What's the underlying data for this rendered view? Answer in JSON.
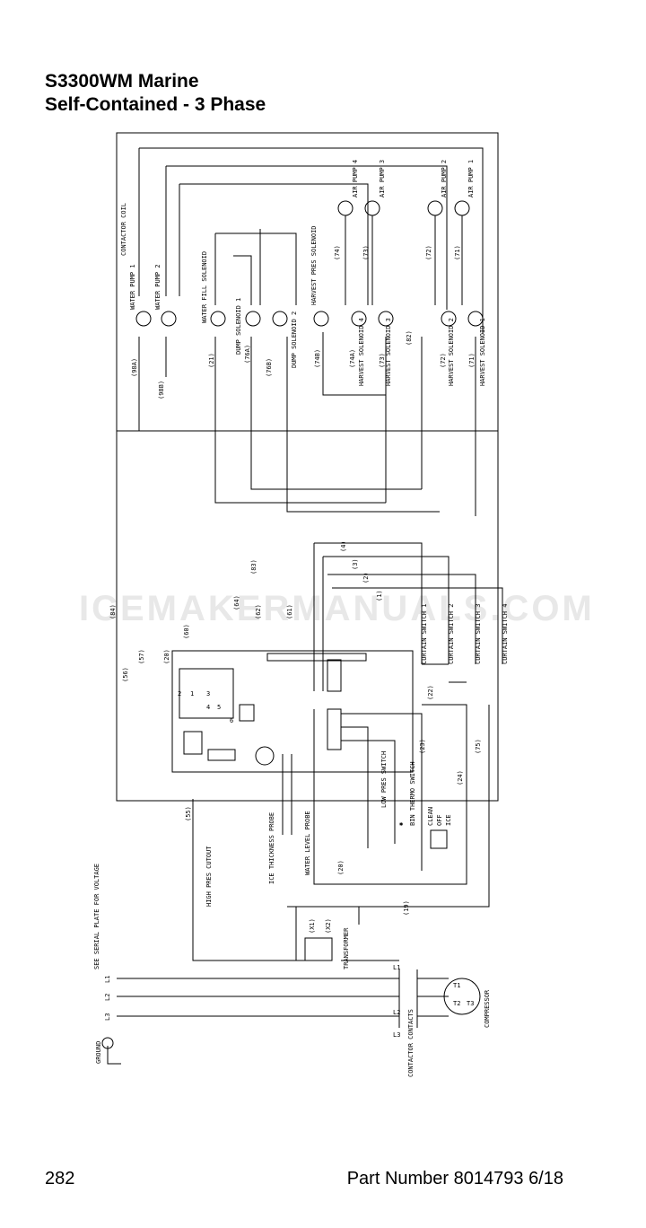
{
  "header": {
    "title_line1": "S3300WM Marine",
    "title_line2": "Self-Contained - 3 Phase"
  },
  "footer": {
    "page_number": "282",
    "part_number": "Part Number 8014793 6/18"
  },
  "watermark": "ICEMAKERMANUALS.COM",
  "diagram": {
    "labels": {
      "contactor_coil": "CONTACTOR COIL",
      "water_pump_1": "WATER PUMP 1",
      "water_pump_2": "WATER PUMP 2",
      "water_fill": "WATER FILL SOLENOID",
      "dump_1": "DUMP SOLENOID 1",
      "dump_2": "DUMP SOLENOID 2",
      "harvest_pres": "HARVEST PRES SOLENOID",
      "air_pump_4": "AIR PUMP 4",
      "air_pump_3": "AIR PUMP 3",
      "air_pump_2": "AIR PUMP 2",
      "air_pump_1": "AIR PUMP 1",
      "harvest_4": "HARVEST SOLENOID 4",
      "harvest_3": "HARVEST SOLENOID 3",
      "harvest_2": "HARVEST SOLENOID 2",
      "harvest_1": "HARVEST SOLENOID 1",
      "curtain_1": "CURTAIN SWITCH 1",
      "curtain_2": "CURTAIN SWITCH 2",
      "curtain_3": "CURTAIN SWITCH 3",
      "curtain_4": "CURTAIN SWITCH 4",
      "ice_probe": "ICE THICKNESS PROBE",
      "water_probe": "WATER LEVEL PROBE",
      "low_pres": "LOW PRES SWITCH",
      "bin_thermo": "BIN THERMO SWITCH",
      "clean": "CLEAN",
      "off": "OFF",
      "ice": "ICE",
      "high_pres": "HIGH PRES CUTOUT",
      "transformer": "TRANSFORMER",
      "x1": "(X1)",
      "x2": "(X2)",
      "serial_plate": "SEE SERIAL PLATE FOR VOLTAGE",
      "l1": "L1",
      "l2": "L2",
      "l3": "L3",
      "ground": "GROUND",
      "contactor_contacts": "CONTACTOR CONTACTS",
      "compressor": "COMPRESSOR",
      "t1": "T1",
      "t2": "T2",
      "t3": "T3",
      "star": "✱"
    },
    "wire_numbers": {
      "w98a": "(98A)",
      "w98b": "(98B)",
      "w21": "(21)",
      "w76a": "(76A)",
      "w76b": "(76B)",
      "w74b": "(74B)",
      "w74": "(74)",
      "w73": "(73)",
      "w72": "(72)",
      "w71": "(71)",
      "w74a": "(74A)",
      "w73b": "(73)",
      "w82": "(82)",
      "w72b": "(72)",
      "w71b": "(71)",
      "w84": "(84)",
      "w83": "(83)",
      "w64": "(64)",
      "w62": "(62)",
      "w61": "(61)",
      "w56": "(56)",
      "w57": "(57)",
      "w20": "(20)",
      "w60": "(60)",
      "w4": "(4)",
      "w3": "(3)",
      "w2": "(2)",
      "w1": "(1)",
      "w22": "(22)",
      "w23": "(23)",
      "w24": "(24)",
      "w75": "(75)",
      "w55": "(55)",
      "w20b": "(20)",
      "w19": "(19)"
    },
    "board_pins": [
      "2",
      "1",
      "3",
      "4",
      "5",
      "6"
    ]
  }
}
